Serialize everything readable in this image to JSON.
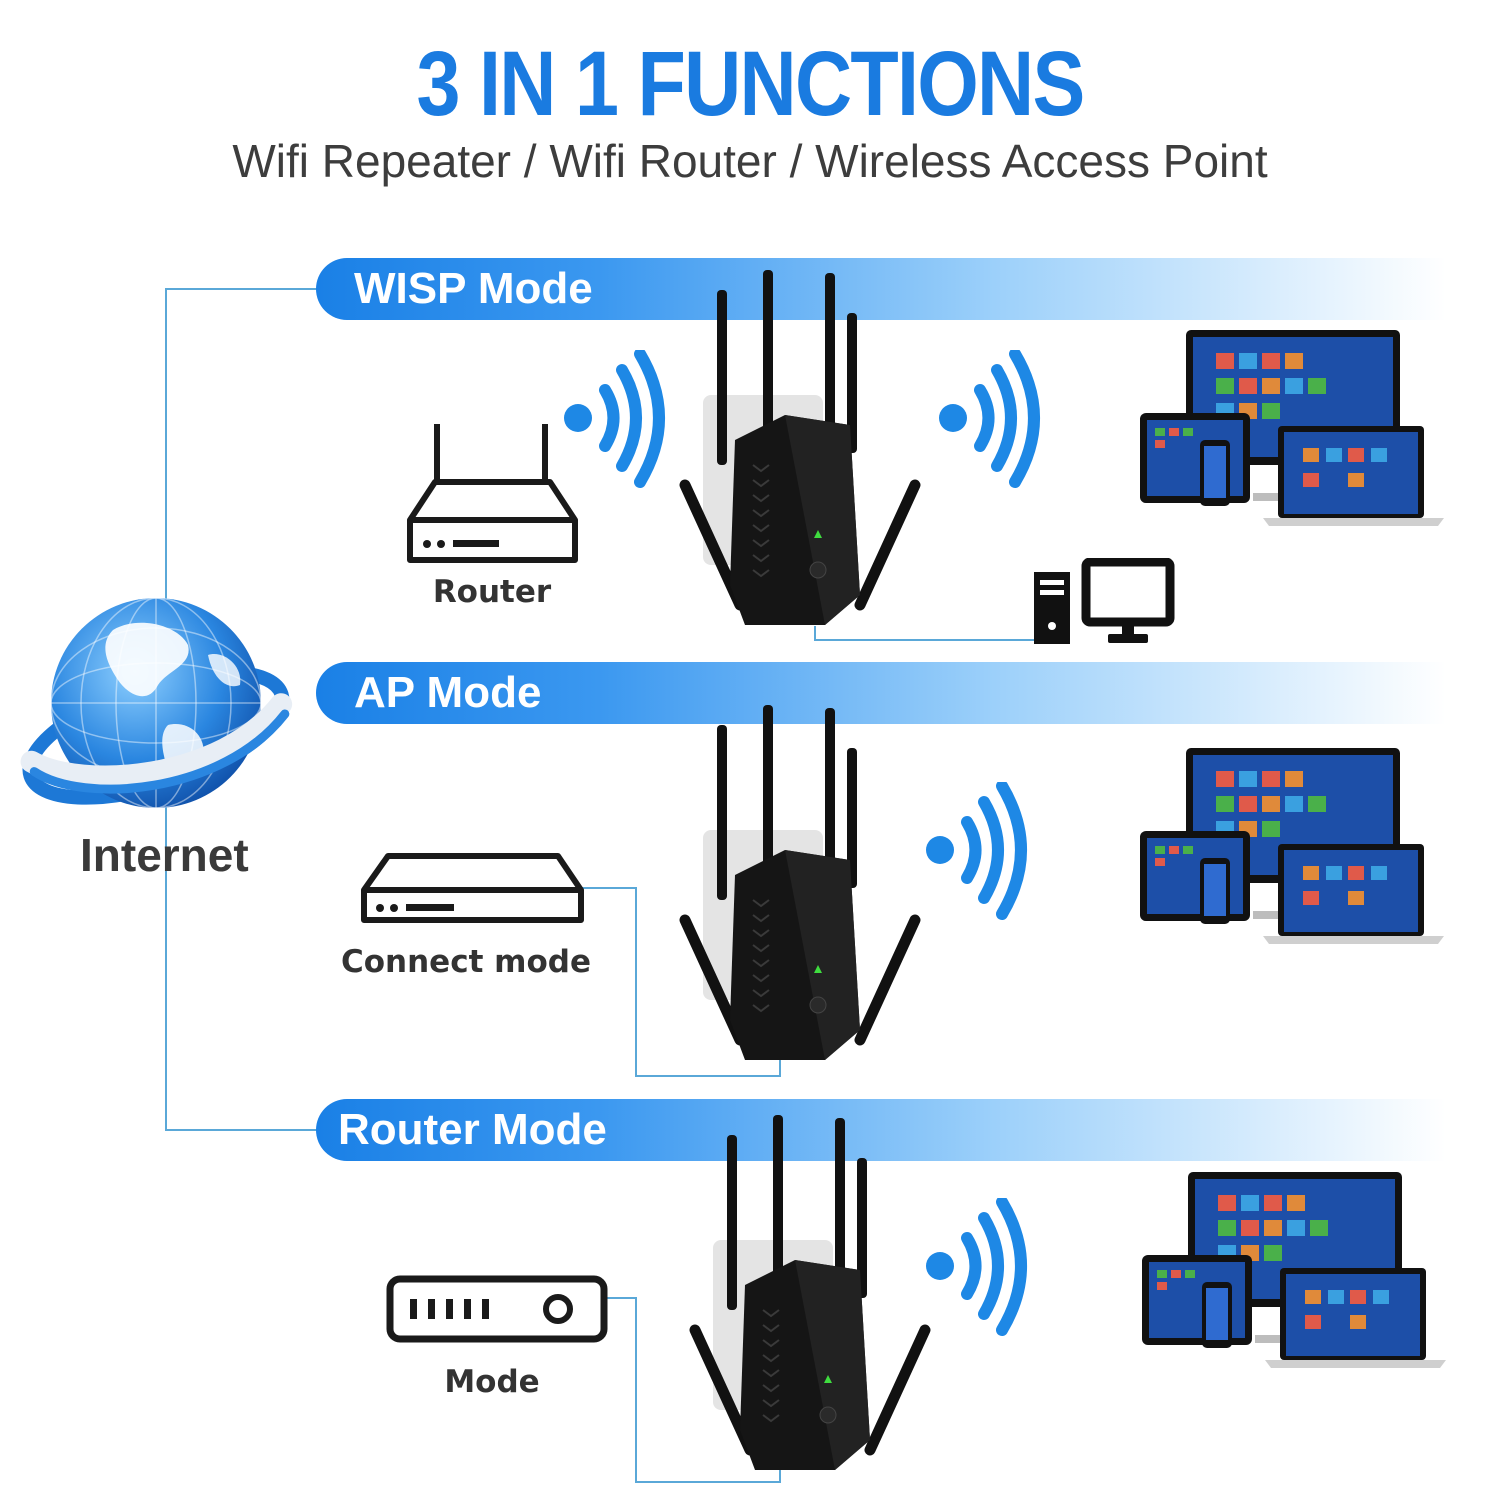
{
  "header": {
    "title": "3 IN 1 FUNCTIONS",
    "subtitle": "Wifi Repeater / Wifi Router / Wireless Access Point"
  },
  "globe": {
    "label": "Internet"
  },
  "modes": [
    {
      "name": "WISP Mode",
      "source_label": "Router",
      "source_icon": "router-icon"
    },
    {
      "name": "AP Mode",
      "source_label": "Connect mode",
      "source_icon": "switch-icon"
    },
    {
      "name": "Router Mode",
      "source_label": "Mode",
      "source_icon": "modem-icon"
    }
  ],
  "icons": [
    "globe-icon",
    "wifi-signal-icon",
    "repeater-device-icon",
    "devices-icon",
    "desktop-pc-icon"
  ],
  "colors": {
    "accent": "#1a7be0",
    "signal": "#1e88e5",
    "line": "#5aa8d8",
    "device": "#151515"
  }
}
